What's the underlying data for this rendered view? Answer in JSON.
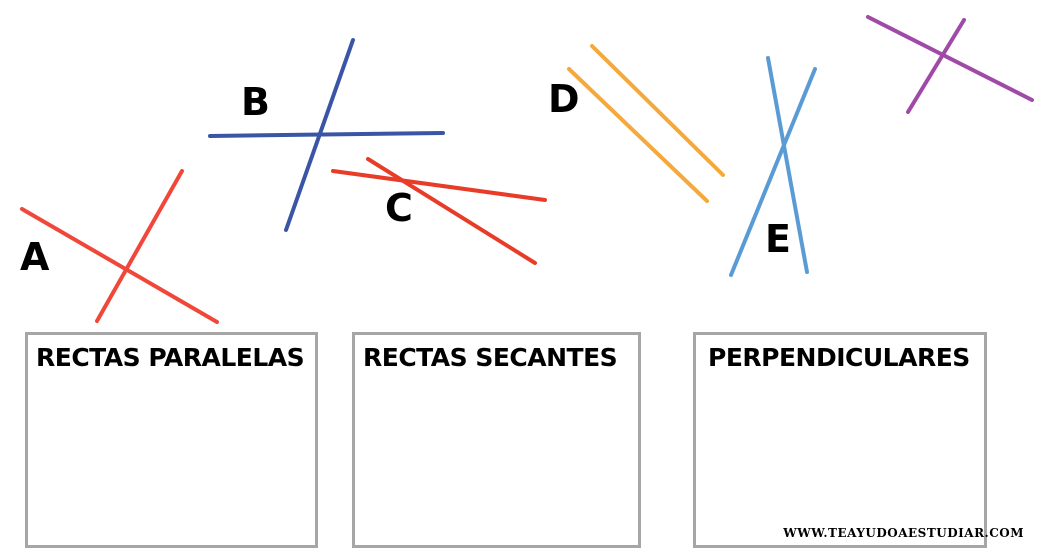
{
  "figures": {
    "A": {
      "label": "A",
      "color": "#f0473a"
    },
    "B": {
      "label": "B",
      "color": "#3a55a6"
    },
    "C": {
      "label": "C",
      "color": "#e83c28"
    },
    "D": {
      "label": "D",
      "color": "#f5a93c"
    },
    "E": {
      "label": "E",
      "color": "#5b9bd5"
    },
    "F": {
      "color": "#a04aa8"
    }
  },
  "boxes": {
    "parallel": {
      "title": "RECTAS PARALELAS"
    },
    "secant": {
      "title": "RECTAS SECANTES"
    },
    "perpendicular": {
      "title": "PERPENDICULARES"
    }
  },
  "footer": {
    "watermark": "WWW.TEAYUDOAESTUDIAR.COM"
  }
}
